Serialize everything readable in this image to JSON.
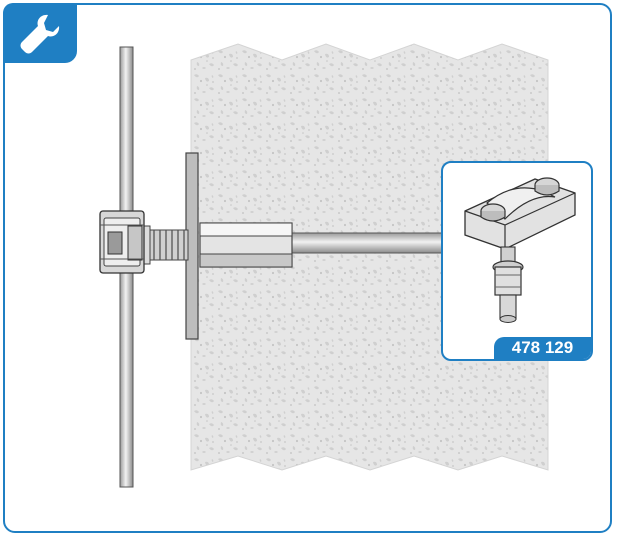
{
  "badge": {
    "icon": "wrench-icon",
    "color": "#1f7fc3"
  },
  "figure": {
    "wall": "masonry-wall",
    "rod": "vertical-rod",
    "anchor": "wall-anchor",
    "clamp": "rod-clamp"
  },
  "inset": {
    "part_number": "478 129",
    "accent": "#1f7fc3"
  }
}
